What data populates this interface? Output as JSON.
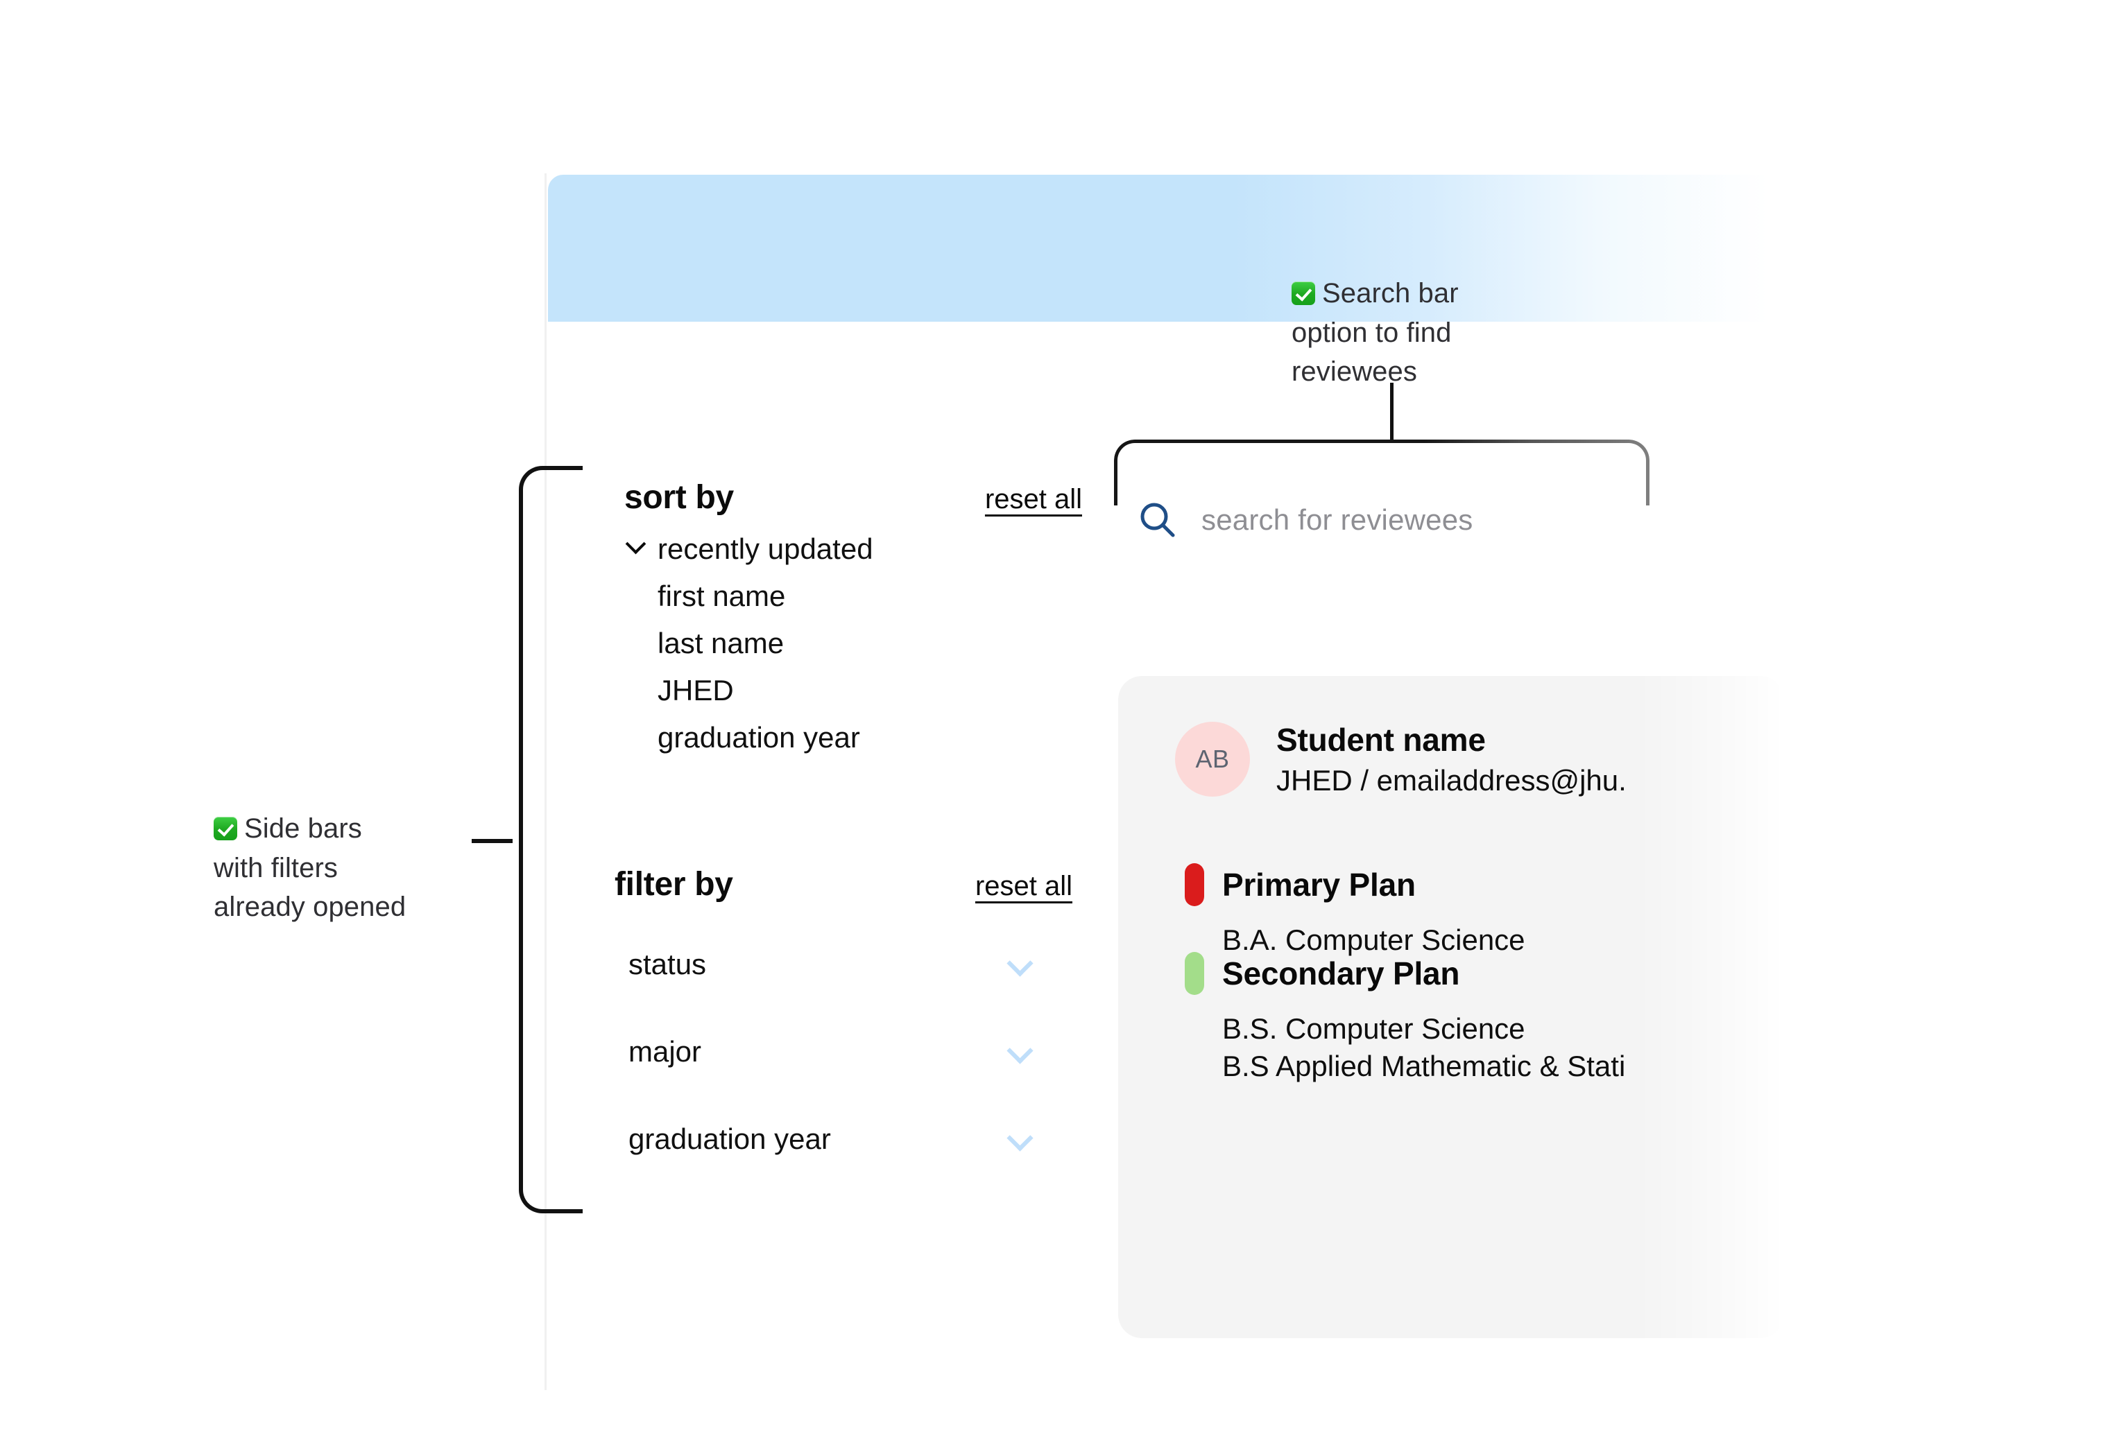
{
  "annotations": {
    "search": {
      "icon": "white-check-mark-emoji",
      "text": "Search bar\noption to find\nreviewees"
    },
    "sidebar": {
      "icon": "white-check-mark-emoji",
      "text": "Side bars\nwith filters\nalready opened"
    }
  },
  "header": {
    "accent_color": "#c4e4fb"
  },
  "sidebar": {
    "sort": {
      "title": "sort by",
      "reset_label": "reset all",
      "selected": "recently updated",
      "options": [
        {
          "label": "recently updated",
          "selected": true
        },
        {
          "label": "first name",
          "selected": false
        },
        {
          "label": "last name",
          "selected": false
        },
        {
          "label": "JHED",
          "selected": false
        },
        {
          "label": "graduation year",
          "selected": false
        }
      ]
    },
    "filter": {
      "title": "filter by",
      "reset_label": "reset all",
      "rows": [
        {
          "label": "status"
        },
        {
          "label": "major"
        },
        {
          "label": "graduation year"
        }
      ]
    }
  },
  "search": {
    "icon": "magnifying-glass-icon",
    "icon_color": "#1f4e87",
    "placeholder": "search for reviewees",
    "value": ""
  },
  "student_card": {
    "avatar_initials": "AB",
    "avatar_color": "#fcd9d8",
    "name": "Student name",
    "contact": "JHED / emailaddress@jhu.",
    "plans": [
      {
        "title": "Primary Plan",
        "marker_color": "#da1c1c",
        "items": [
          "B.A. Computer Science"
        ]
      },
      {
        "title": "Secondary Plan",
        "marker_color": "#a3dd8a",
        "items": [
          "B.S. Computer Science",
          "B.S Applied Mathematic & Stati"
        ]
      }
    ]
  }
}
